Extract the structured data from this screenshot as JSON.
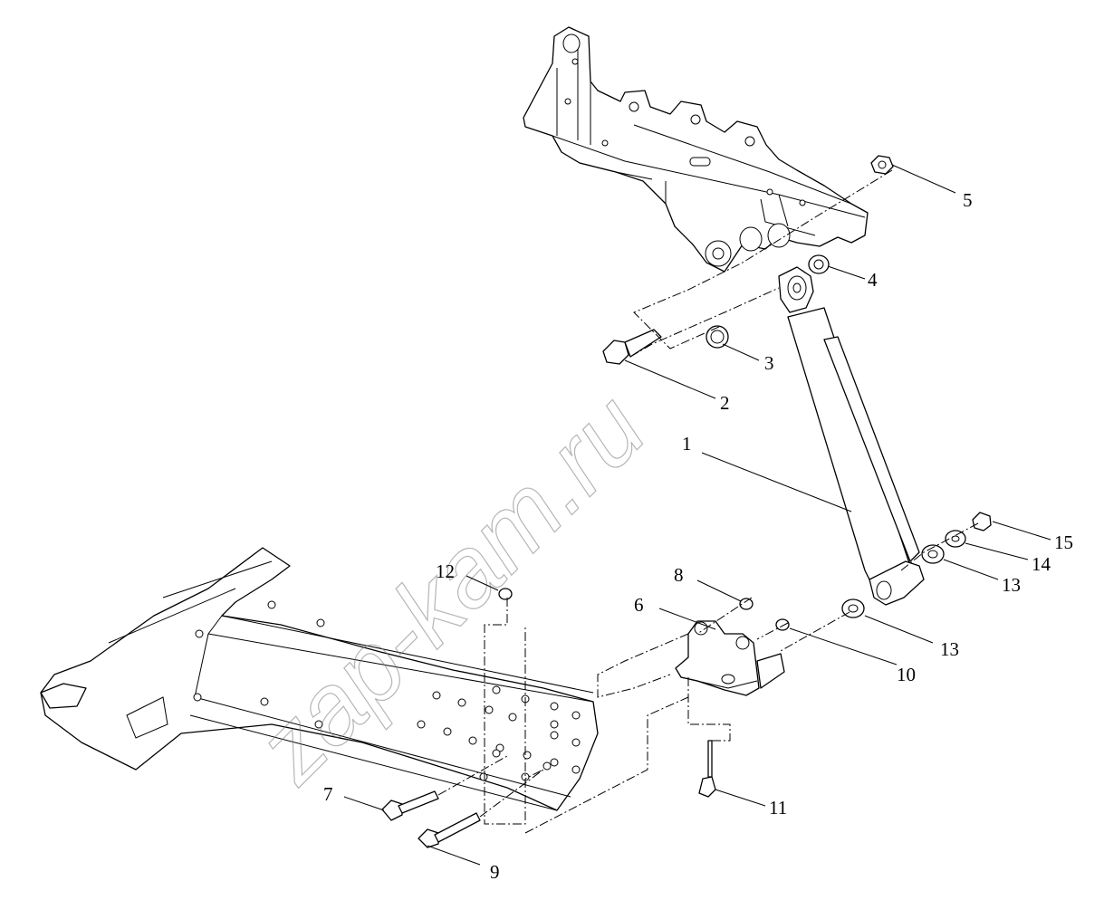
{
  "callouts": [
    {
      "id": "c1",
      "label": "1"
    },
    {
      "id": "c2",
      "label": "2"
    },
    {
      "id": "c3",
      "label": "3"
    },
    {
      "id": "c4",
      "label": "4"
    },
    {
      "id": "c5",
      "label": "5"
    },
    {
      "id": "c6",
      "label": "6"
    },
    {
      "id": "c7",
      "label": "7"
    },
    {
      "id": "c8",
      "label": "8"
    },
    {
      "id": "c9",
      "label": "9"
    },
    {
      "id": "c10",
      "label": "10"
    },
    {
      "id": "c11",
      "label": "11"
    },
    {
      "id": "c12",
      "label": "12"
    },
    {
      "id": "c13a",
      "label": "13"
    },
    {
      "id": "c13b",
      "label": "13"
    },
    {
      "id": "c14",
      "label": "14"
    },
    {
      "id": "c15",
      "label": "15"
    }
  ],
  "watermark": "zap-kam.ru",
  "colors": {
    "line": "#000000",
    "background": "#ffffff",
    "watermark": "#7a7a7a"
  }
}
